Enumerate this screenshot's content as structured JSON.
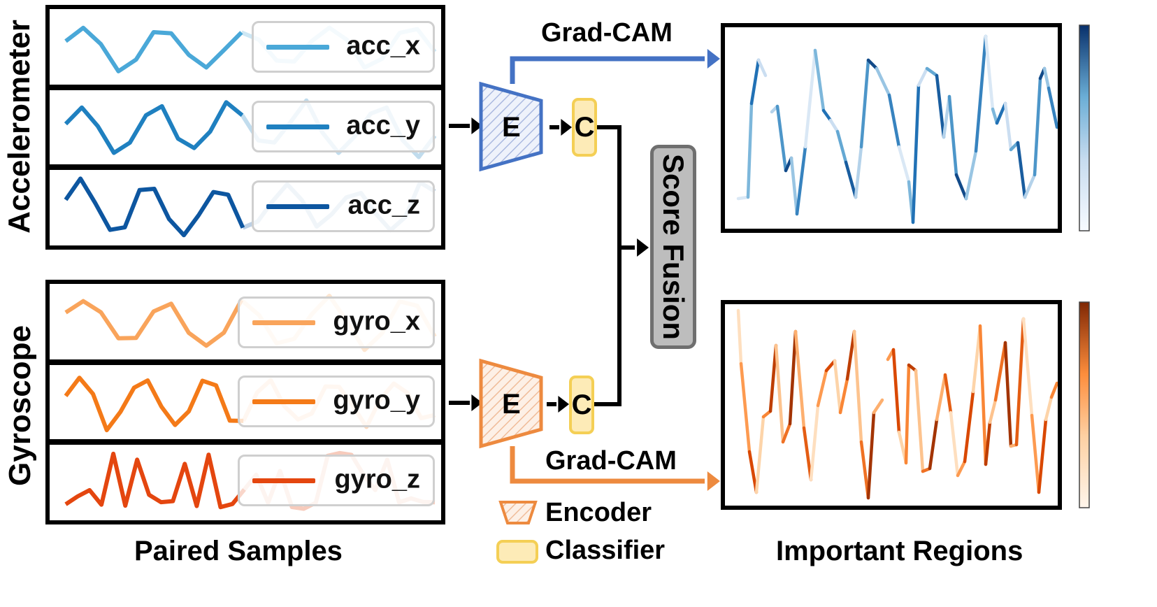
{
  "colors": {
    "acc_x": "#4aa8d8",
    "acc_y": "#1f80c0",
    "acc_z": "#0d56a0",
    "gyro_x": "#f9a45b",
    "gyro_y": "#f47a18",
    "gyro_z": "#e4460f",
    "blue_arrow": "#4472c4",
    "orange_arrow": "#ed8a3f",
    "classifier_fill": "#fdebb7",
    "classifier_border": "#f4cf55",
    "fusion_fill": "#bdbdbd",
    "fusion_border": "#6f6f6f"
  },
  "left": {
    "accelerometer_label": "Accelerometer",
    "gyroscope_label": "Gyroscope",
    "caption": "Paired Samples",
    "acc_legends": [
      "acc_x",
      "acc_y",
      "acc_z"
    ],
    "gyro_legends": [
      "gyro_x",
      "gyro_y",
      "gyro_z"
    ]
  },
  "middle": {
    "encoder_letter": "E",
    "classifier_letter": "C",
    "fusion_label": "Score Fusion",
    "gradcam_top": "Grad-CAM",
    "gradcam_bottom": "Grad-CAM",
    "legend_encoder": "Encoder",
    "legend_classifier": "Classifier"
  },
  "right": {
    "caption": "Important Regions",
    "top_colormap": "Blues",
    "bottom_colormap": "Oranges"
  }
}
